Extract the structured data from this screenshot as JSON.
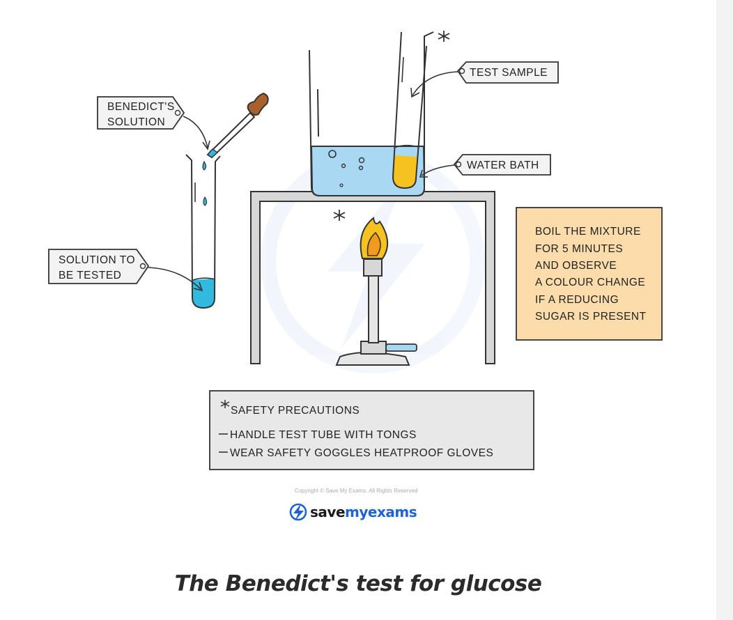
{
  "labels": {
    "benedicts_line1": "BENEDICT'S",
    "benedicts_line2": "SOLUTION",
    "solution_line1": "SOLUTION TO",
    "solution_line2": "BE TESTED",
    "test_sample": "TEST SAMPLE",
    "water_bath": "WATER BATH"
  },
  "note": {
    "lines": [
      "BOIL THE MIXTURE",
      "FOR 5 MINUTES",
      "AND OBSERVE",
      "A COLOUR CHANGE",
      "IF A REDUCING",
      "SUGAR IS PRESENT"
    ]
  },
  "safety": {
    "title": "SAFETY PRECAUTIONS",
    "items": [
      "HANDLE TEST TUBE WITH TONGS",
      "WEAR SAFETY GOGGLES HEATPROOF GLOVES"
    ]
  },
  "brand": {
    "copyright": "Copyright © Save My Exams. All Rights Reserved",
    "name_part1": "save",
    "name_part2": "my",
    "name_part3": "exams"
  },
  "caption": "The Benedict's test for glucose",
  "colors": {
    "solution_blue": "#31b9e0",
    "water_blue": "#a9d8f2",
    "sample_yellow": "#f5c21f",
    "note_bg": "#fbdcaa",
    "tag_bg": "#f3f3f3",
    "brand_blue": "#1e64d0"
  }
}
